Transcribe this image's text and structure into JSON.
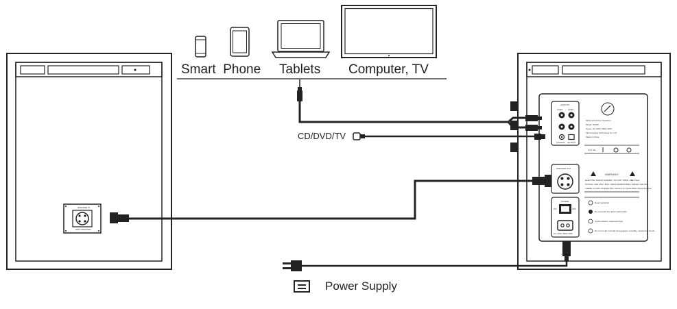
{
  "sources": {
    "smart_phone": "Smart  Phone",
    "tablets": "Tablets",
    "computer_tv": "Computer, TV"
  },
  "optical_source": "CD/DVD/TV",
  "legend": {
    "power_supply": "Power Supply",
    "icon": "power-supply-icon"
  },
  "passive_speaker": {
    "terminal_top": "SPEAKER IN",
    "terminal_bottom": "MAIN SPEAKER"
  },
  "active_speaker_panel": {
    "input_header": "AUDIO IN",
    "input_left": "LINE1",
    "input_right": "LINE2",
    "coaxial": "COAXIAL",
    "optical": "OPTICAL",
    "spec_lines": [
      "Multimedia Active Speakers",
      "Model: R1080",
      "Power: AC 100V~60Hz 20W",
      "FEI Acoustics Technology Co. Ltd",
      "Made in China"
    ],
    "speaker_out": "SPEAKER OUT",
    "warning_title": "WARNING",
    "warning_text": [
      "ELECTRIC SHOCK HAZARD - DO NOT OPEN. SEE JNext",
      "NOTICE. USE ONLY MAC. MAKE WARRANTIES. MAKES THE PRA.",
      "THERE IS RISK OF ELECTRIC SHOCK TO QUALIFIED TECHNICIANS"
    ],
    "power": "POWER",
    "power_on": "ON",
    "power_off": "OFF",
    "ac_rating": "AC 100V~60Hz 20W",
    "notes": [
      "Read regulation",
      "Do not touch the device with hands",
      "Avoid moisture, liquid and heat",
      "Do not mount it at high temperatures, humidity, mechanical shock..."
    ],
    "fcc_row": "FCC CE"
  },
  "colors": {
    "line": "#222222",
    "background": "#ffffff"
  }
}
